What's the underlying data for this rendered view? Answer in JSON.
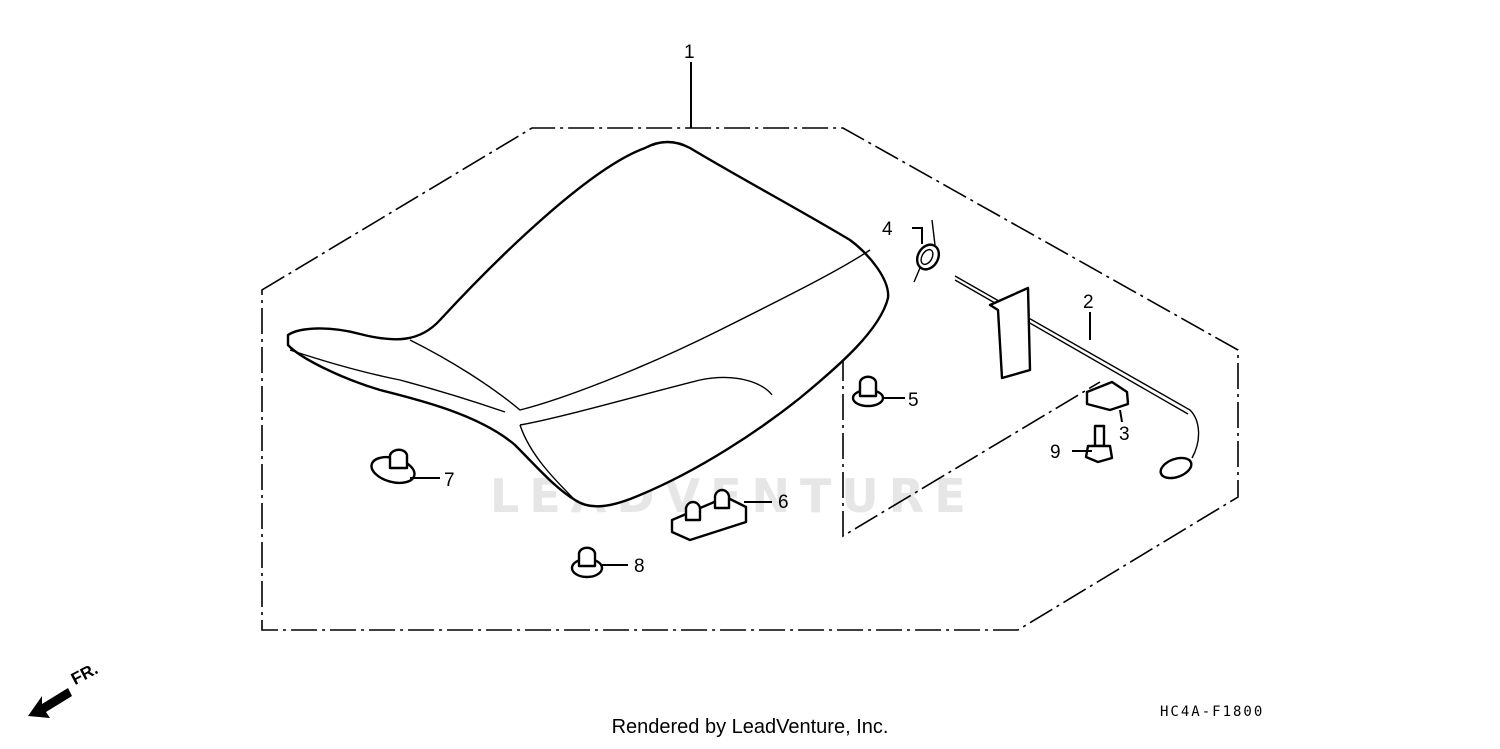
{
  "diagram": {
    "watermark": "LEADVENTURE",
    "callouts": [
      {
        "id": "1",
        "label": "1"
      },
      {
        "id": "2",
        "label": "2"
      },
      {
        "id": "3",
        "label": "3"
      },
      {
        "id": "4",
        "label": "4"
      },
      {
        "id": "5",
        "label": "5"
      },
      {
        "id": "6",
        "label": "6"
      },
      {
        "id": "7",
        "label": "7"
      },
      {
        "id": "8",
        "label": "8"
      },
      {
        "id": "9",
        "label": "9"
      }
    ],
    "direction_label": "FR.",
    "diagram_code": "HC4A-F1800",
    "footer": "Rendered by LeadVenture, Inc."
  }
}
